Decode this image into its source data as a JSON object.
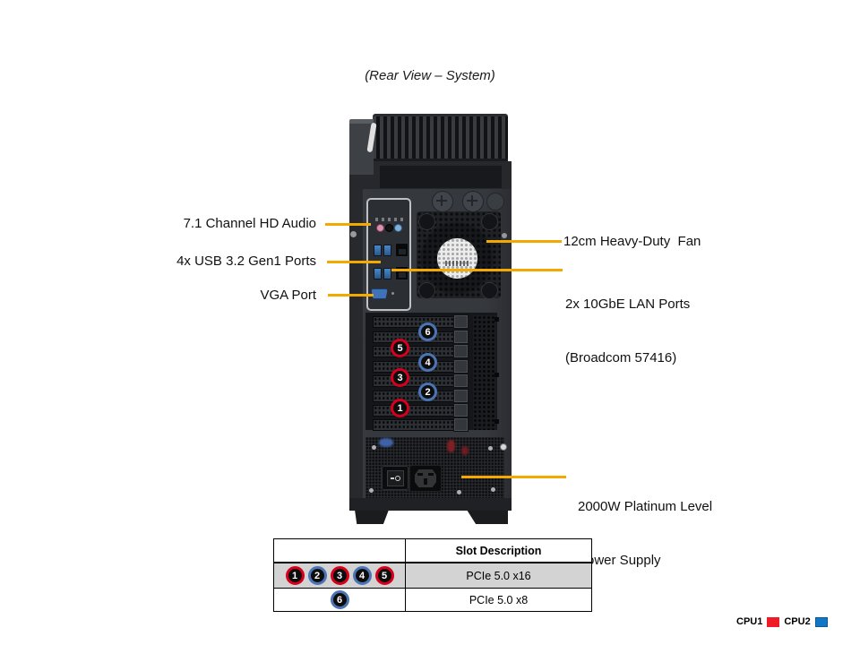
{
  "title": "(Rear View – System)",
  "callouts": {
    "audio": "7.1 Channel HD Audio",
    "usb": "4x USB 3.2 Gen1 Ports",
    "vga": "VGA Port",
    "fan": "12cm Heavy-Duty  Fan",
    "lan_line1": "2x 10GbE LAN Ports",
    "lan_line2": "(Broadcom 57416)",
    "psu_line1": "2000W Platinum Level",
    "psu_line2": "Power Supply"
  },
  "slot_badges": [
    "1",
    "2",
    "3",
    "4",
    "5",
    "6"
  ],
  "table": {
    "header": "Slot Description",
    "rows": [
      {
        "badges": [
          "1",
          "2",
          "3",
          "4",
          "5"
        ],
        "description": "PCIe 5.0 x16"
      },
      {
        "badges": [
          "6"
        ],
        "description": "PCIe 5.0 x8"
      }
    ]
  },
  "legend": {
    "cpu1_label": "CPU1",
    "cpu2_label": "CPU2",
    "cpu1_color": "#ee1c25",
    "cpu2_color": "#1076c5"
  },
  "colors": {
    "callout_line": "#F2A900",
    "badge_red_ring": "#d6001c",
    "badge_blue_ring": "#4a74b4",
    "table_row1_bg": "#d3d3d3"
  }
}
